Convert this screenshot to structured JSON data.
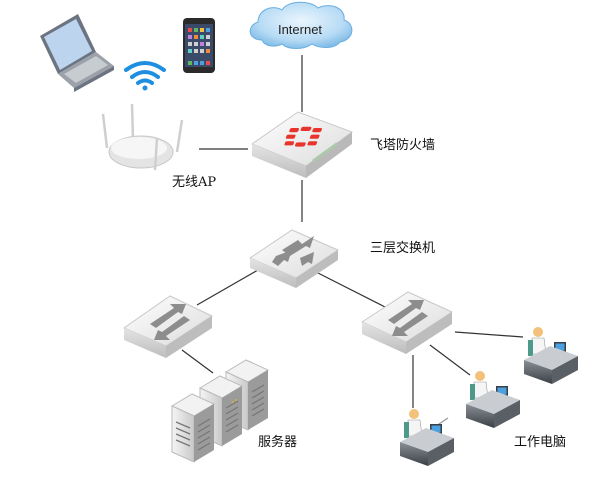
{
  "title": "Network Topology",
  "nodes": {
    "internet": {
      "label": "Internet"
    },
    "firewall": {
      "label": "飞塔防火墙"
    },
    "ap": {
      "label": "无线AP"
    },
    "core_switch": {
      "label": "三层交换机"
    },
    "servers": {
      "label": "服务器"
    },
    "workstations": {
      "label": "工作电脑"
    }
  },
  "icons": {
    "laptop": "laptop-icon",
    "wifi": "wifi-icon",
    "phone": "smartphone-icon",
    "cloud": "cloud-icon",
    "firewall": "fortinet-firewall-icon",
    "ap": "wireless-access-point-icon",
    "core_switch": "layer3-switch-icon",
    "access_switch": "access-switch-icon",
    "server": "server-icon",
    "workstation": "workstation-icon"
  },
  "colors": {
    "cloud": "#8ec3ea",
    "fortinet_red": "#e8342c",
    "wifi": "#1e8fe0",
    "line": "#333333",
    "device": "#e9e9e9"
  }
}
